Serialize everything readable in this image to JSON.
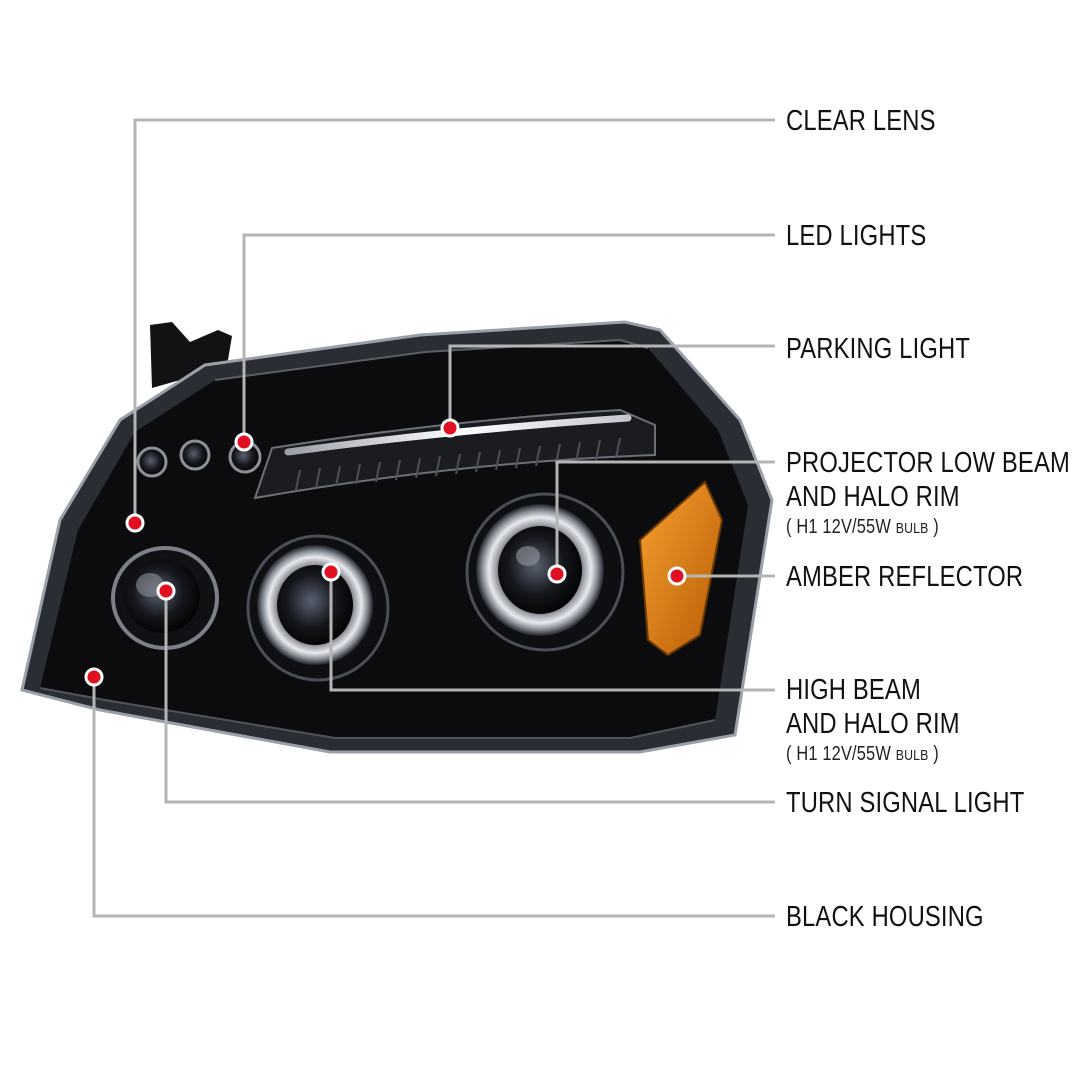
{
  "callouts": [
    {
      "id": "clear-lens",
      "line1": "CLEAR LENS"
    },
    {
      "id": "led-lights",
      "line1": "LED LIGHTS"
    },
    {
      "id": "parking-light",
      "line1": "PARKING LIGHT"
    },
    {
      "id": "projector-low-beam",
      "line1": "PROJECTOR LOW BEAM",
      "line2": "AND HALO RIM",
      "spec": {
        "open": "(",
        "text": "H1  12V/55W",
        "bulb": "BULB",
        "close": ")"
      }
    },
    {
      "id": "amber-reflector",
      "line1": "AMBER REFLECTOR"
    },
    {
      "id": "high-beam",
      "line1": "HIGH BEAM",
      "line2": "AND HALO RIM",
      "spec": {
        "open": "(",
        "text": "H1  12V/55W",
        "bulb": "BULB",
        "close": ")"
      }
    },
    {
      "id": "turn-signal-light",
      "line1": "TURN SIGNAL LIGHT"
    },
    {
      "id": "black-housing",
      "line1": "BLACK HOUSING"
    }
  ],
  "colors": {
    "leader_line": "#b5b5b5",
    "marker_dot": "#e01020",
    "housing": "#0c0c0e",
    "chrome": "#c8ccd2",
    "amber": "#e07a10"
  }
}
